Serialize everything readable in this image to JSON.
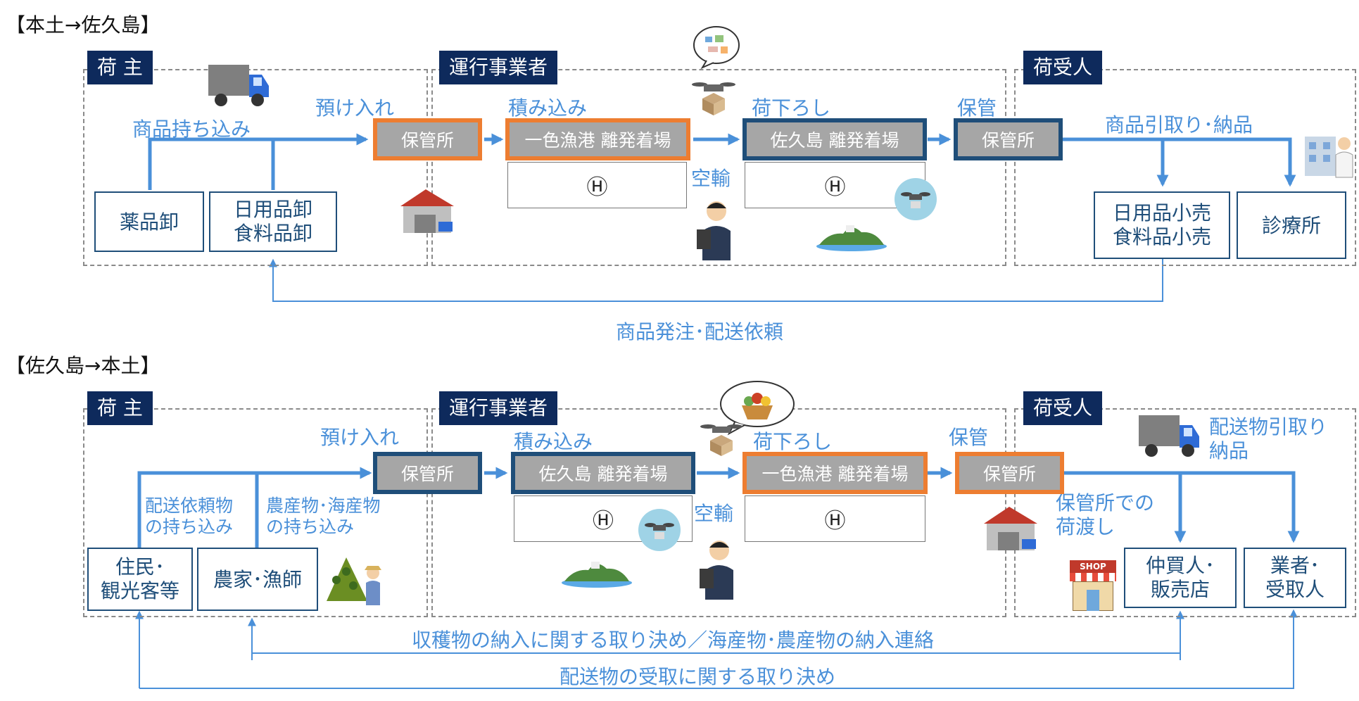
{
  "top": {
    "title": "【本土→佐久島】",
    "roles": {
      "shipper": "荷 主",
      "operator": "運行事業者",
      "receiver": "荷受人"
    },
    "labels": {
      "bring": "商品持ち込み",
      "deposit": "預け入れ",
      "load": "積み込み",
      "unload": "荷下ろし",
      "store": "保管",
      "empty": "空輸",
      "pickup": "商品引取り･納品",
      "order": "商品発注･配送依頼"
    },
    "nodes": {
      "storage1": "保管所",
      "port1": "一色漁港 離発着場",
      "port2": "佐久島 離発着場",
      "storage2": "保管所"
    },
    "parties": {
      "drug": "薬品卸",
      "daily_food": "日用品卸\n食料品卸",
      "retail": "日用品小売\n食料品小売",
      "clinic": "診療所"
    },
    "heli": "Ⓗ"
  },
  "bottom": {
    "title": "【佐久島→本土】",
    "roles": {
      "shipper": "荷 主",
      "operator": "運行事業者",
      "receiver": "荷受人"
    },
    "labels": {
      "deposit": "預け入れ",
      "load": "積み込み",
      "unload": "荷下ろし",
      "store": "保管",
      "empty": "空輸",
      "bring_req": "配送依頼物\nの持ち込み",
      "bring_prod": "農産物･海産物\nの持ち込み",
      "pickup": "配送物引取り\n納品",
      "handover": "保管所での\n荷渡し",
      "agree1": "収穫物の納入に関する取り決め／海産物･農産物の納入連絡",
      "agree2": "配送物の受取に関する取り決め"
    },
    "nodes": {
      "storage1": "保管所",
      "port1": "佐久島 離発着場",
      "port2": "一色漁港 離発着場",
      "storage2": "保管所"
    },
    "parties": {
      "resident": "住民･\n観光客等",
      "farmer": "農家･漁師",
      "broker": "仲買人･\n販売店",
      "business": "業者･\n受取人"
    },
    "heli": "Ⓗ",
    "shop_sign": "SHOP"
  },
  "colors": {
    "arrow": "#4a90d9",
    "navy": "#0e2a5c",
    "orange": "#ed7d31",
    "border": "#1f4e79"
  }
}
